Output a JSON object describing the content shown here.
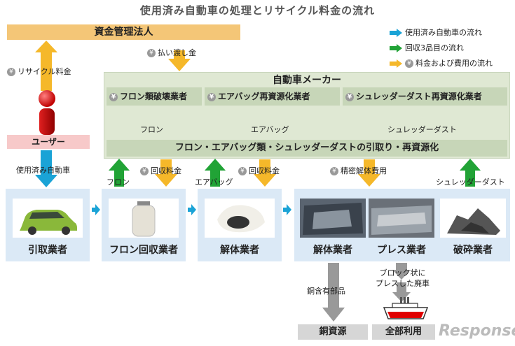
{
  "title": "使用済み自動車の処理とリサイクル料金の流れ",
  "fund_org": "資金管理法人",
  "legend": [
    {
      "label": "使用済み自動車の流れ",
      "color": "#1aa3d6"
    },
    {
      "label": "回収3品目の流れ",
      "color": "#21a336"
    },
    {
      "label": "料金および費用の流れ",
      "color": "#f5b82a"
    }
  ],
  "yen_symbol": "¥",
  "payout_label": "払い渡し金",
  "recycle_fee_label": "リサイクル料金",
  "user_label": "ユーザー",
  "used_car_label": "使用済み自動車",
  "maker": {
    "title": "自動車メーカー",
    "subs": [
      "フロン類破壊業者",
      "エアバッグ再資源化業者",
      "シュレッダーダスト再資源化業者"
    ],
    "flows": [
      "フロン",
      "エアバッグ",
      "シュレッダーダスト"
    ],
    "bottom": "フロン・エアバッグ類・シュレッダーダストの引取り・再資源化"
  },
  "mid_labels": {
    "freon": "フロン",
    "collect_fee1": "回収料金",
    "airbag": "エアバッグ",
    "collect_fee2": "回収料金",
    "precise_fee": "精密解体費用",
    "shredder": "シュレッダーダスト"
  },
  "panels": [
    "引取業者",
    "フロン回収業者",
    "解体業者",
    "解体業者",
    "プレス業者",
    "破砕業者"
  ],
  "copper_parts": "銅含有部品",
  "block_car": "ブロック状に\nプレスした廃車",
  "copper_res": "銅資源",
  "full_use": "全部利用",
  "watermark": "Response."
}
